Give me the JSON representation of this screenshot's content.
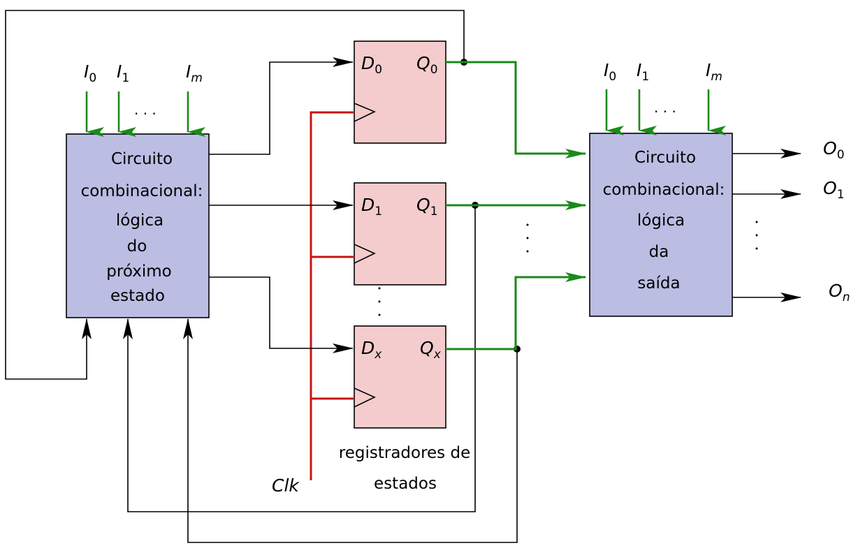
{
  "next_state_logic": {
    "lines": [
      "Circuito",
      "combinacional:",
      "lógica",
      "do",
      "próximo",
      "estado"
    ],
    "inputs": [
      "I",
      "I",
      "I"
    ],
    "input_subscripts": [
      "0",
      "1",
      "m"
    ],
    "ellipsis": ". . ."
  },
  "output_logic": {
    "lines": [
      "Circuito",
      "combinacional:",
      "lógica",
      "da",
      "saída"
    ],
    "inputs": [
      "I",
      "I",
      "I"
    ],
    "input_subscripts": [
      "0",
      "1",
      "m"
    ],
    "ellipsis": ". . .",
    "outputs": [
      "O",
      "O",
      "O"
    ],
    "output_subscripts": [
      "0",
      "1",
      "n"
    ]
  },
  "flipflops": [
    {
      "d": "D",
      "d_sub": "0",
      "q": "Q",
      "q_sub": "0"
    },
    {
      "d": "D",
      "d_sub": "1",
      "q": "Q",
      "q_sub": "1"
    },
    {
      "d": "D",
      "d_sub": "x",
      "q": "Q",
      "q_sub": "x"
    }
  ],
  "register_label": [
    "registradores de",
    "estados"
  ],
  "clock_label": "Clk",
  "colors": {
    "logic_fill": "#bcbde3",
    "register_fill": "#f4cccd",
    "state_wire": "#1a8a1a",
    "clock_wire": "#c81414"
  }
}
